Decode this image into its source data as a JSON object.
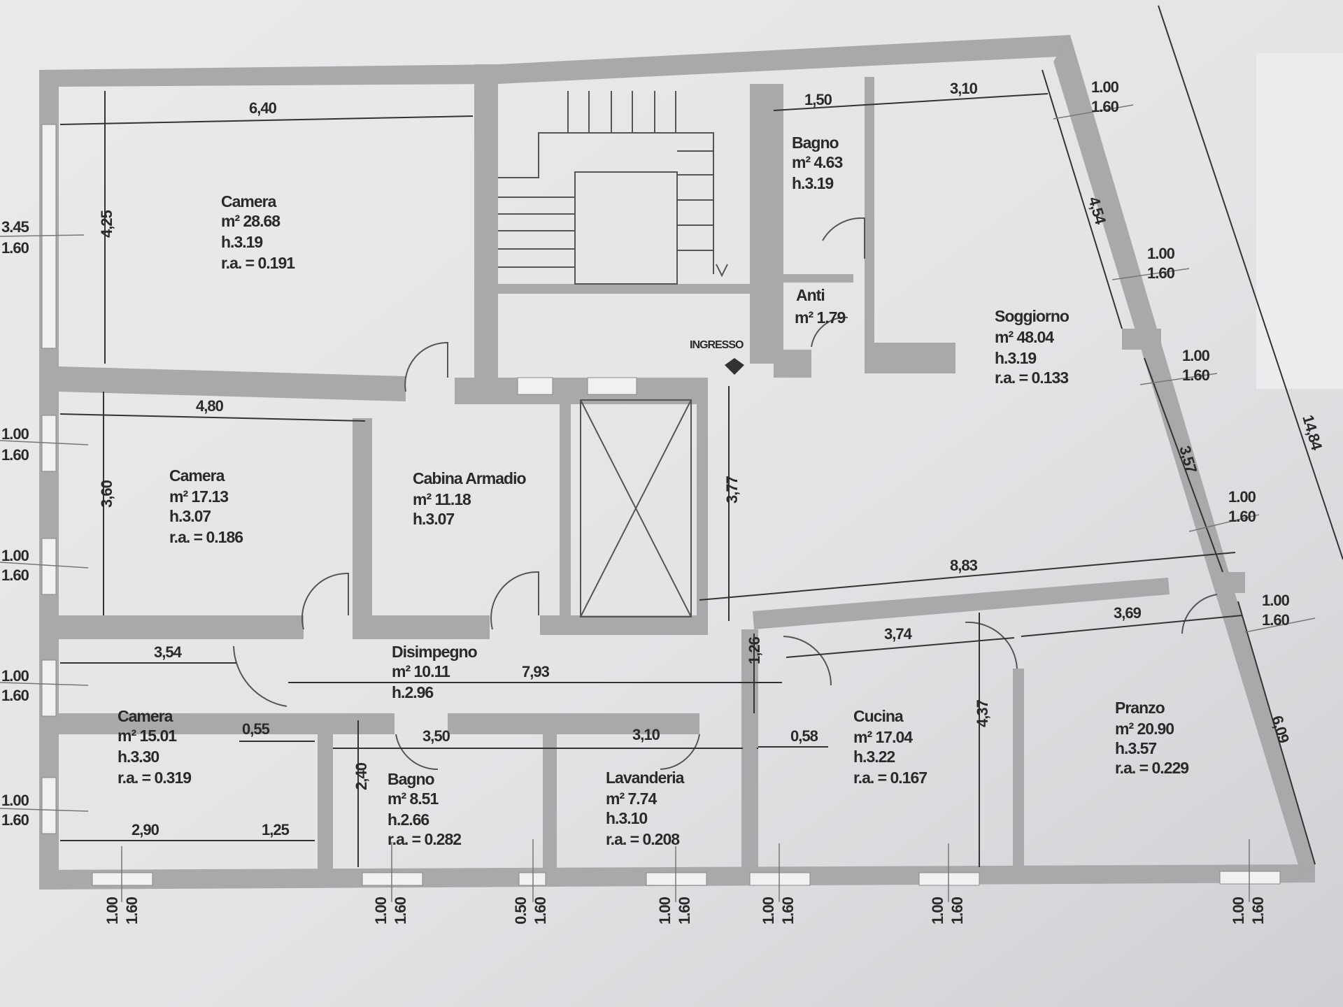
{
  "rooms": {
    "camera1": {
      "name": "Camera",
      "area": "m² 28.68",
      "height": "h.3.19",
      "ra": "r.a. = 0.191"
    },
    "camera2": {
      "name": "Camera",
      "area": "m² 17.13",
      "height": "h.3.07",
      "ra": "r.a. = 0.186"
    },
    "cabina": {
      "name": "Cabina Armadio",
      "area": "m² 11.18",
      "height": "h.3.07"
    },
    "camera3": {
      "name": "Camera",
      "area": "m² 15.01",
      "height": "h.3.30",
      "ra": "r.a. = 0.319"
    },
    "disimpegno": {
      "name": "Disimpegno",
      "area": "m² 10.11",
      "height": "h.2.96"
    },
    "bagno_top": {
      "name": "Bagno",
      "area": "m² 4.63",
      "height": "h.3.19"
    },
    "anti": {
      "name": "Anti",
      "area": "m² 1.79"
    },
    "soggiorno": {
      "name": "Soggiorno",
      "area": "m² 48.04",
      "height": "h.3.19",
      "ra": "r.a. = 0.133"
    },
    "bagno_bottom": {
      "name": "Bagno",
      "area": "m² 8.51",
      "height": "h.2.66",
      "ra": "r.a. = 0.282"
    },
    "lavanderia": {
      "name": "Lavanderia",
      "area": "m² 7.74",
      "height": "h.3.10",
      "ra": "r.a. = 0.208"
    },
    "cucina": {
      "name": "Cucina",
      "area": "m² 17.04",
      "height": "h.3.22",
      "ra": "r.a. = 0.167"
    },
    "pranzo": {
      "name": "Pranzo",
      "area": "m² 20.90",
      "height": "h.3.57",
      "ra": "r.a. = 0.229"
    },
    "ingresso": "INGRESSO"
  },
  "dimensions": {
    "d640": "6,40",
    "d425": "4,25",
    "d480": "4,80",
    "d360": "3,60",
    "d354": "3,54",
    "d055": "0,55",
    "d290": "2,90",
    "d125": "1,25",
    "d240": "2,40",
    "d350": "3,50",
    "d310b": "3,10",
    "d793": "7,93",
    "d126": "1,26",
    "d377": "3,77",
    "d150": "1,50",
    "d310t": "3,10",
    "d454": "4,54",
    "d357": "3,57",
    "d883": "8,83",
    "d374": "3,74",
    "d369": "3,69",
    "d437": "4,37",
    "d058": "0,58",
    "d609": "6,09",
    "d1484": "14,84"
  },
  "windows": {
    "w_left_top": [
      "3.45",
      "1.60"
    ],
    "w_left_2": [
      "1.00",
      "1.60"
    ],
    "w_left_3": [
      "1.00",
      "1.60"
    ],
    "w_left_4": [
      "1.00",
      "1.60"
    ],
    "w_left_5": [
      "1.00",
      "1.60"
    ],
    "w_right_1": [
      "1.00",
      "1.60"
    ],
    "w_right_2": [
      "1.00",
      "1.60"
    ],
    "w_right_3": [
      "1.00",
      "1.60"
    ],
    "w_right_4": [
      "1.00",
      "1.60"
    ],
    "w_right_5": [
      "1.00",
      "1.60"
    ],
    "w_bot_1": [
      "1.00",
      "1.60"
    ],
    "w_bot_2": [
      "1.00",
      "1.60"
    ],
    "w_bot_3": [
      "0.50",
      "1.60"
    ],
    "w_bot_4": [
      "1.00",
      "1.60"
    ],
    "w_bot_5": [
      "1.00",
      "1.60"
    ],
    "w_bot_6": [
      "1.00",
      "1.60"
    ],
    "w_bot_7": [
      "1.00",
      "1.60"
    ]
  }
}
